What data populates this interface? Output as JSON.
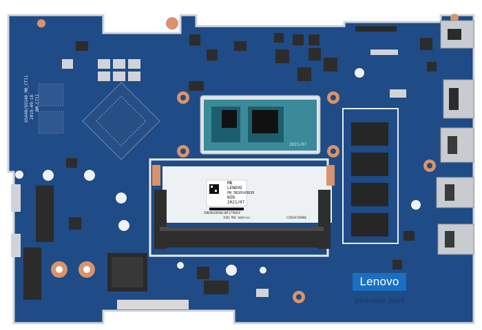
{
  "brand_badge": {
    "logo_text": "Lenovo",
    "caption": "genuine part",
    "colors": {
      "logo_bg": "#1a6fc2",
      "logo_text": "#ffffff",
      "caption": "#1f3d70"
    }
  },
  "board": {
    "colors": {
      "pcb": "#1f4b86",
      "pcb_dark": "#173c6f",
      "copper": "#d9936a",
      "chip": "#2b2b2b",
      "silver": "#c8ccd0"
    },
    "silkscreen": [
      "GS440/GS540_MB_CT11",
      "2019-09-18",
      "NM-C711"
    ],
    "cpu_sticker": "2021/07",
    "ram_label": {
      "lines": [
        "MB",
        "LENOVO",
        "PN 5B20S43830",
        "WIN",
        "2021/07"
      ],
      "serial": "58B20S43830L1WF17YW1EV",
      "mac_caption": "ICD2 MAC Address:",
      "mac_value": "C25E1A74A906"
    }
  }
}
